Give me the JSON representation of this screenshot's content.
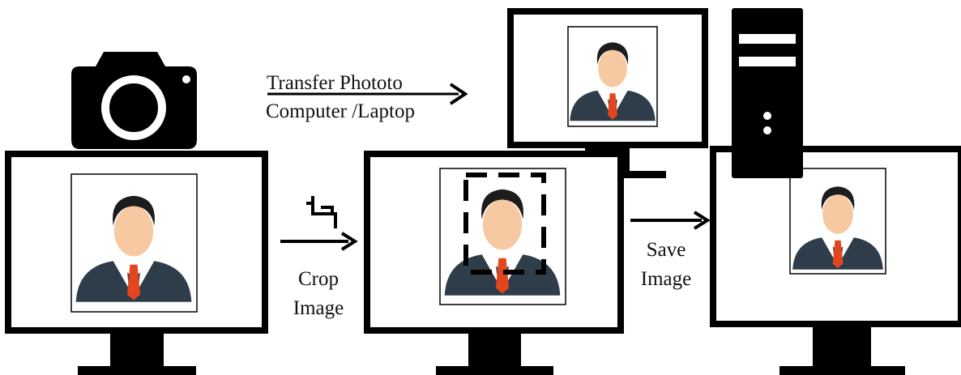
{
  "labels": {
    "transfer_line1": "Transfer Phototo",
    "transfer_line2": "Computer /Laptop",
    "crop_line1": "Crop",
    "crop_line2": "Image",
    "save_line1": "Save",
    "save_line2": "Image"
  },
  "icons": {
    "camera": "camera-icon",
    "crop": "crop-icon",
    "tower": "computer-tower-icon",
    "person": "businessman-avatar-icon"
  },
  "colors": {
    "frame": "#000000",
    "suit": "#2f3d4a",
    "tie": "#e2461f",
    "skin": "#f7c9a3",
    "hair": "#1c1c1c"
  }
}
